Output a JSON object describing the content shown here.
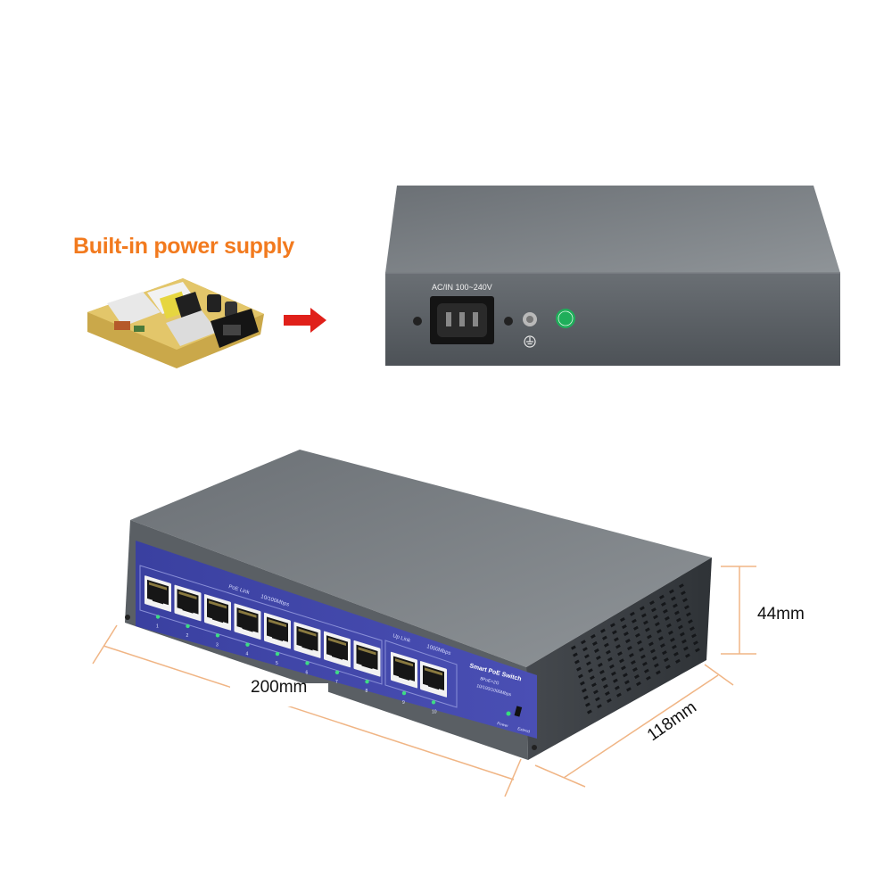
{
  "headline": "Built-in power supply",
  "rear_panel": {
    "power_label": "AC/IN 100~240V"
  },
  "front_panel": {
    "poe_link_label": "PoE Link",
    "speed_label": "10/100Mbps",
    "uplink_label": "Up Link",
    "uplink_speed_label": "1000Mbps",
    "brand_title": "Smart PoE Switch",
    "brand_sub1": "8PoE+2G",
    "brand_sub2": "10/100/1000Mbps",
    "power_led_label": "Power",
    "switch_label": "Extend",
    "port_numbers": [
      "1",
      "2",
      "3",
      "4",
      "5",
      "6",
      "7",
      "8",
      "9",
      "10"
    ]
  },
  "dimensions": {
    "width": "200mm",
    "depth": "118mm",
    "height": "44mm"
  },
  "colors": {
    "headline": "#f27a1e",
    "chassis": "#5c6166",
    "front_plate": "#3e44a8",
    "dimension_lines": "#f0b585",
    "arrow": "#e0201a"
  }
}
